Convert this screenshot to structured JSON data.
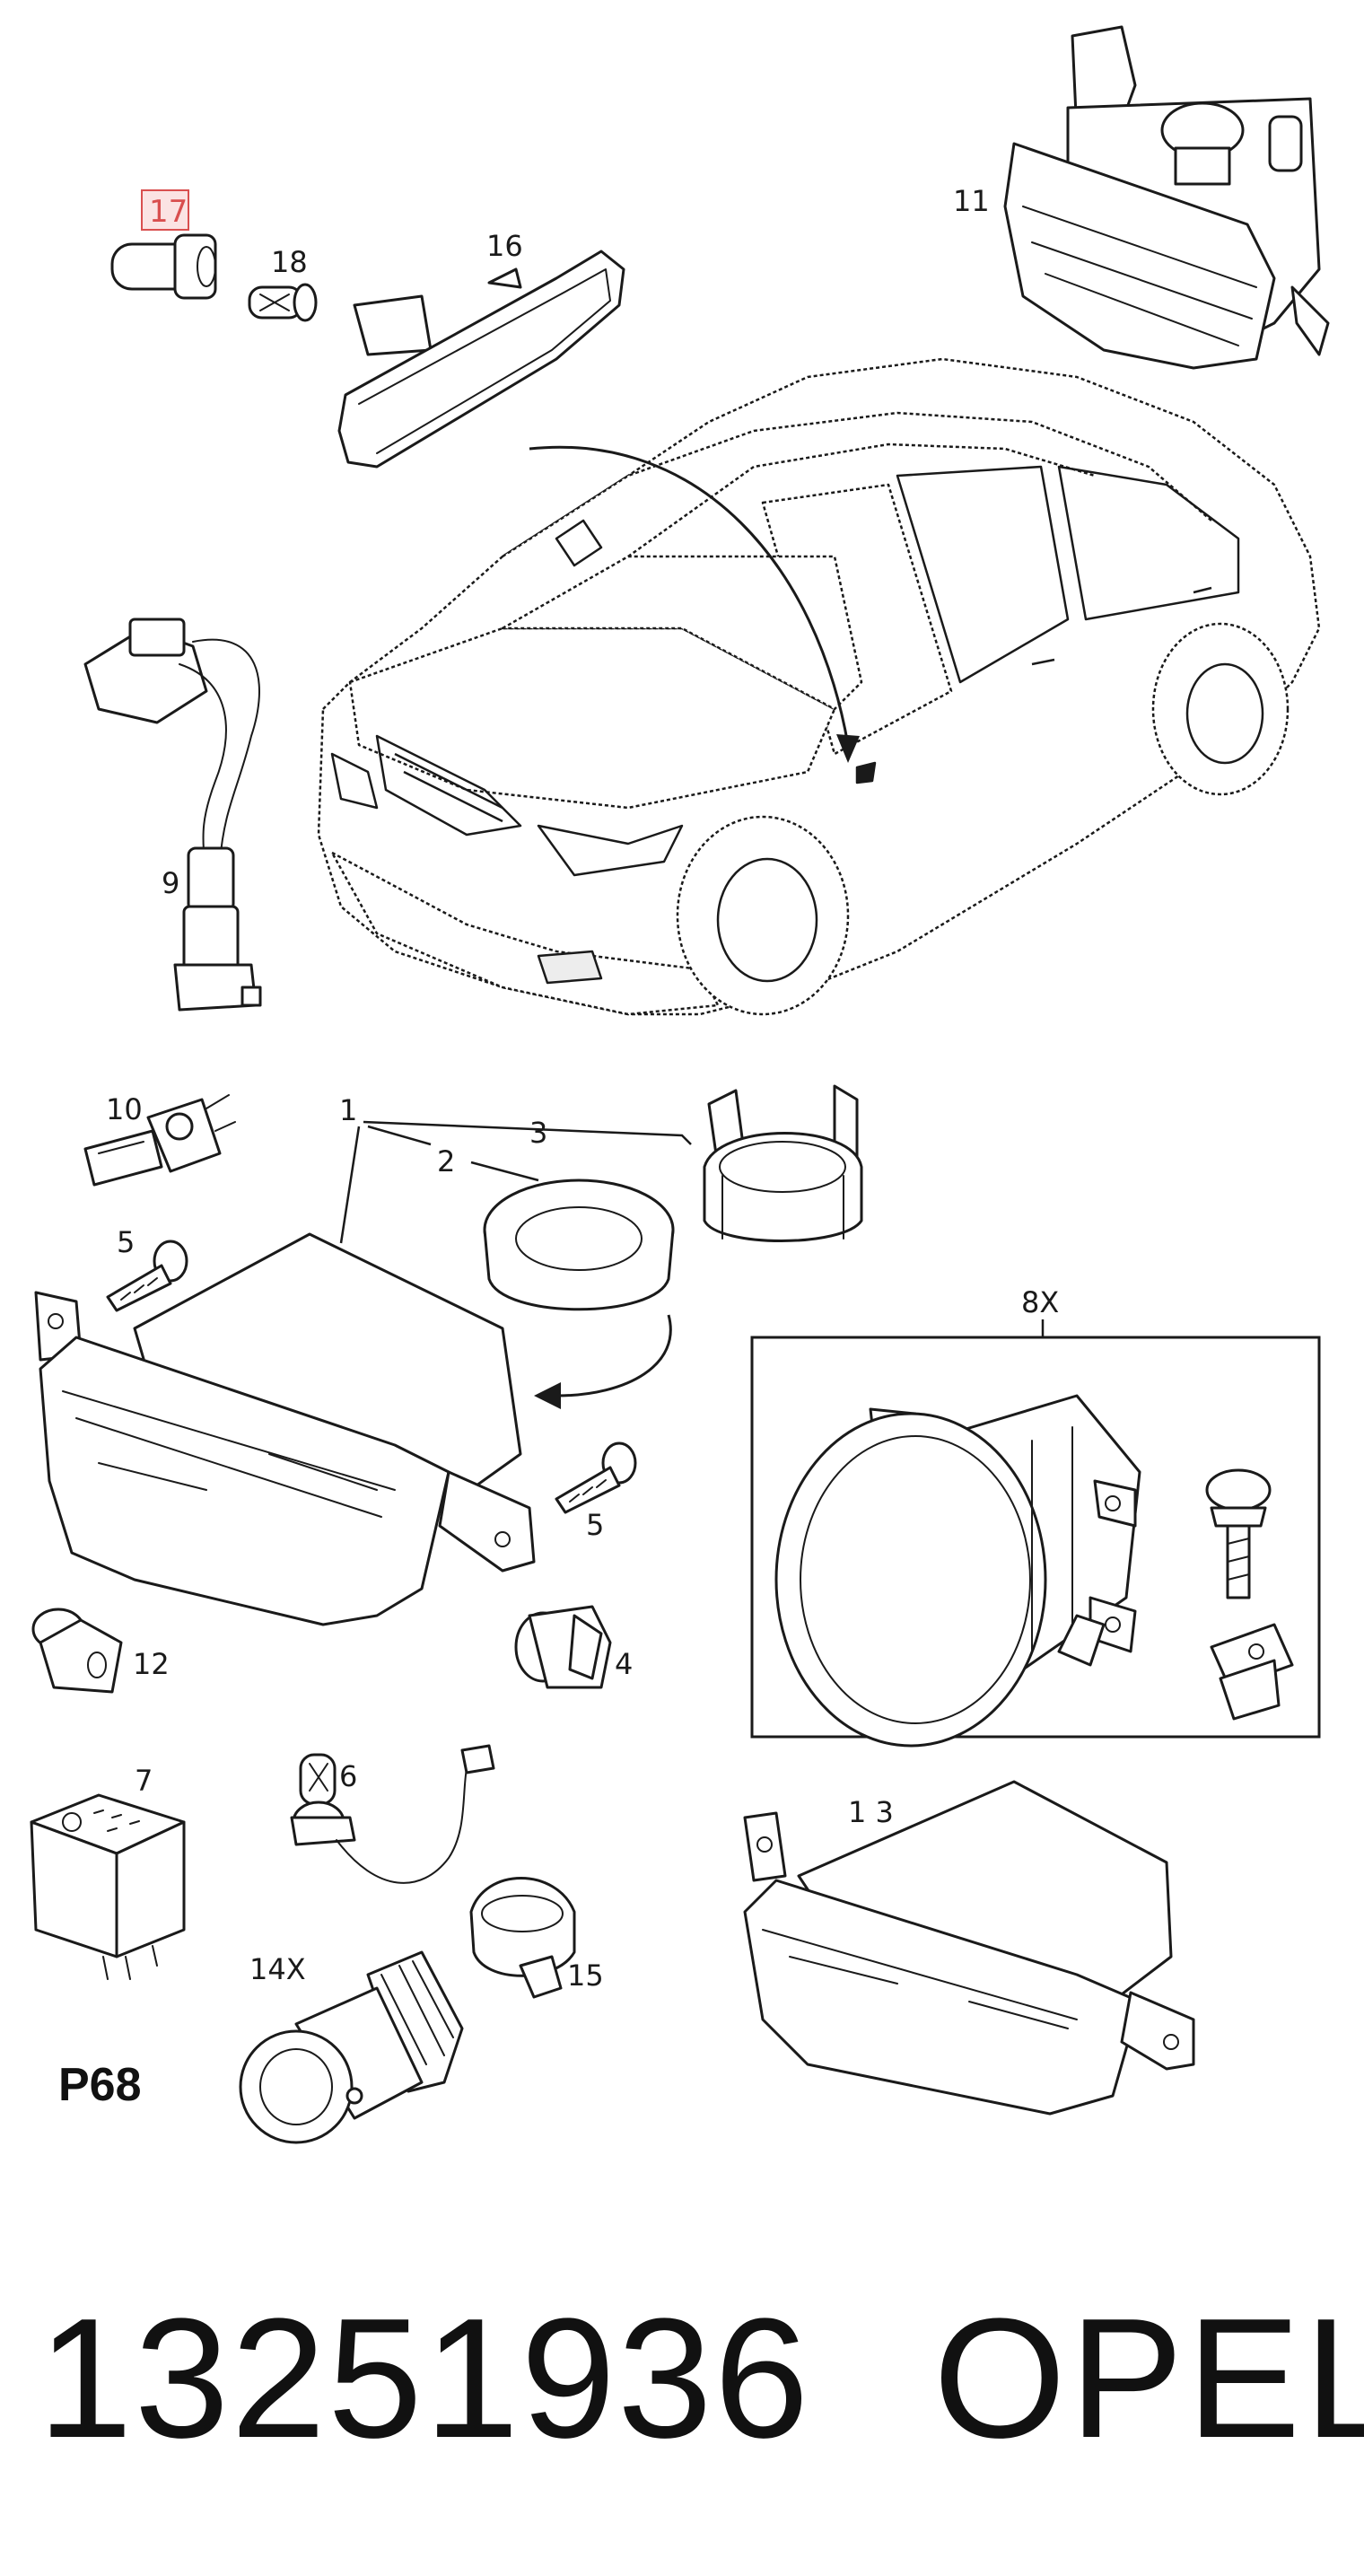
{
  "callouts": {
    "c17": "17",
    "c18": "18",
    "c16": "16",
    "c11": "11",
    "c9": "9",
    "c10": "10",
    "c1": "1",
    "c3": "3",
    "c2": "2",
    "c5a": "5",
    "c5b": "5",
    "c8x": "8X",
    "c12": "12",
    "c4": "4",
    "c7": "7",
    "c6": "6",
    "c13": "1 3",
    "c14x": "14X",
    "c15": "15"
  },
  "highlighted_callout": "17",
  "highlight_color": "#d94f4f",
  "diagram_code": "P68",
  "footer": {
    "part_number": "13251936",
    "brand": "OPEL"
  }
}
